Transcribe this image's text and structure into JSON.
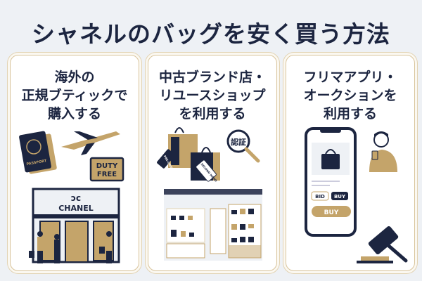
{
  "title": "シャネルのバッグを安く買う方法",
  "colors": {
    "navy": "#1c2540",
    "gold": "#c4a46a",
    "background": "#eef1f5"
  },
  "cards": [
    {
      "title": "海外の\n正規ブティックで\n購入する",
      "passport": "PASSPORT",
      "duty_free_1": "DUTY",
      "duty_free_2": "FREE",
      "store_sign": "CHANEL"
    },
    {
      "title": "中古ブランド店・\nリユースショップ\nを利用する",
      "tag_1": "PRE-OWNED",
      "tag_2": "SECOND HAND",
      "magnifier": "認証"
    },
    {
      "title": "フリマアプリ・\nオークションを\n利用する",
      "bid": "BID",
      "buy_small": "BUY",
      "buy_big": "BUY"
    }
  ]
}
